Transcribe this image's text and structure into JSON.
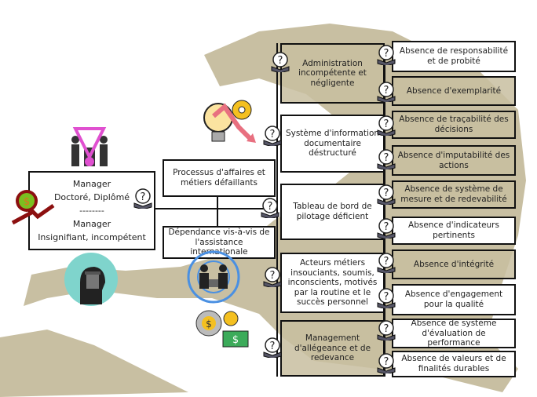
{
  "left_box": {
    "line1": "Manager",
    "line2": "Doctoré, Diplômé",
    "separator": "--------",
    "line3": "Manager",
    "line4": "Insignifiant, incompétent"
  },
  "middle_left": [
    {
      "label": "Processus d'affaires et métiers défaillants"
    },
    {
      "label": "Dépendance vis-à-vis de l'assistance internationale"
    }
  ],
  "causes": [
    {
      "label": "Administration incompétente et négligente"
    },
    {
      "label": "Système d'information documentaire déstructuré"
    },
    {
      "label": "Tableau de bord de pilotage déficient"
    },
    {
      "label": "Acteurs métiers insouciants, soumis, inconscients, motivés par la routine et le succès personnel"
    },
    {
      "label": "Management d'allégeance et de redevance"
    }
  ],
  "effects": [
    {
      "label": "Absence de responsabilité et de probité"
    },
    {
      "label": "Absence d'exemplarité"
    },
    {
      "label": "Absence de traçabilité des décisions"
    },
    {
      "label": "Absence d'imputabilité des actions"
    },
    {
      "label": "Absence de système de mesure et de redevabilité"
    },
    {
      "label": "Absence d'indicateurs pertinents"
    },
    {
      "label": "Absence d'intégrité"
    },
    {
      "label": "Absence d'engagement pour la qualité"
    },
    {
      "label": "Absence de système d'évaluation de performance"
    },
    {
      "label": "Absence de valeurs et de finalités durables"
    }
  ],
  "colors": {
    "map": "#c8bfa2",
    "border": "#111111"
  }
}
